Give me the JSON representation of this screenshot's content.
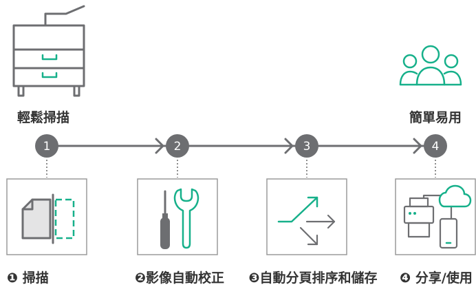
{
  "diagram": {
    "start": {
      "label": "輕鬆掃描",
      "icon": "multifunction-printer-icon"
    },
    "end": {
      "label": "簡單易用",
      "icon": "user-group-icon"
    },
    "steps": [
      {
        "number": "1",
        "label": "❶ 掃描",
        "icon": "scan-document-icon"
      },
      {
        "number": "2",
        "label": "❷影像自動校正",
        "icon": "screwdriver-wrench-icon"
      },
      {
        "number": "3",
        "label": "❸自動分頁排序和儲存",
        "icon": "split-arrows-icon"
      },
      {
        "number": "4",
        "label": "❹ 分享/使用",
        "icon": "share-devices-icon"
      }
    ]
  },
  "colors": {
    "accent": "#16b08a",
    "gray": "#6d6e71",
    "border": "#9a9a9a",
    "text": "#333333"
  }
}
